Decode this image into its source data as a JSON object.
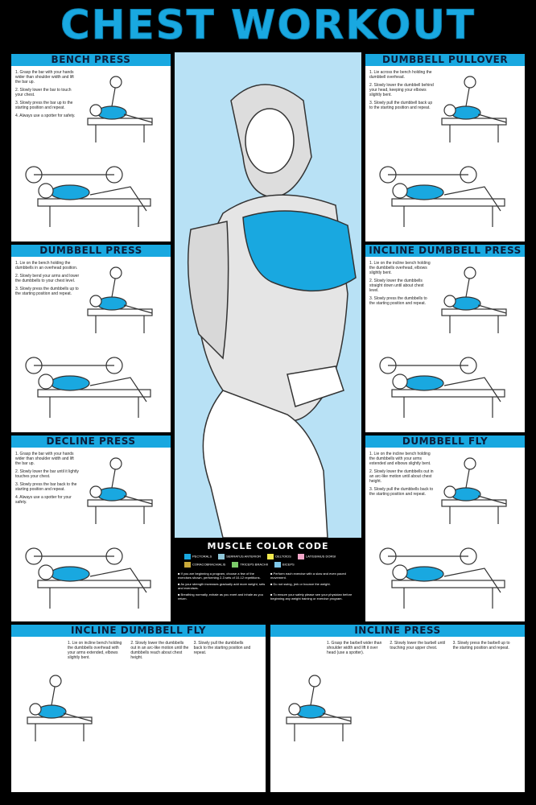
{
  "title": "CHEST WORKOUT",
  "colors": {
    "accent": "#19a8e0",
    "header_text": "#0b1d3a",
    "center_bg": "#b8e1f5",
    "background": "#000000"
  },
  "sections": [
    {
      "name": "BENCH PRESS",
      "steps": [
        "1. Grasp the bar with your hands wider than shoulder width and lift the bar up.",
        "2. Slowly lower the bar to touch your chest.",
        "3. Slowly press the bar up to the starting position and repeat.",
        "4. Always use a spotter for safety."
      ]
    },
    {
      "name": "DUMBBELL PRESS",
      "steps": [
        "1. Lie on the bench holding the dumbbells in an overhead position.",
        "2. Slowly bend your arms and lower the dumbbells to your chest level.",
        "3. Slowly press the dumbbells up to the starting position and repeat."
      ]
    },
    {
      "name": "DECLINE PRESS",
      "steps": [
        "1. Grasp the bar with your hands wider than shoulder width and lift the bar up.",
        "2. Slowly lower the bar until it lightly touches your chest.",
        "3. Slowly press the bar back to the starting position and repeat.",
        "4. Always use a spotter for your safety."
      ]
    },
    {
      "name": "DUMBBELL PULLOVER",
      "steps": [
        "1. Lie across the bench holding the dumbbell overhead.",
        "2. Slowly lower the dumbbell behind your head, keeping your elbows slightly bent.",
        "3. Slowly pull the dumbbell back up to the starting position and repeat."
      ]
    },
    {
      "name": "INCLINE DUMBBELL PRESS",
      "steps": [
        "1. Lie on the incline bench holding the dumbbells overhead, elbows slightly bent.",
        "2. Slowly lower the dumbbells straight down until about chest level.",
        "3. Slowly press the dumbbells to the starting position and repeat."
      ]
    },
    {
      "name": "DUMBBELL FLY",
      "steps": [
        "1. Lie on the incline bench holding the dumbbells with your arms extended and elbows slightly bent.",
        "2. Slowly lower the dumbbells out in an arc-like motion until about chest height.",
        "3. Slowly pull the dumbbells back to the starting position and repeat."
      ]
    },
    {
      "name": "INCLINE DUMBBELL FLY",
      "steps": [
        "1. Lie on incline bench holding the dumbbells overhead with your arms extended, elbows slightly bent.",
        "2. Slowly lower the dumbbells out in an arc-like motion until the dumbbells reach about chest height.",
        "3. Slowly pull the dumbbells back to the starting position and repeat."
      ]
    },
    {
      "name": "INCLINE PRESS",
      "steps": [
        "1. Grasp the barbell wider than shoulder width and lift it over head (use a spotter).",
        "2. Slowly lower the barbell until touching your upper chest.",
        "3. Slowly press the barbell up to the starting position and repeat."
      ]
    }
  ],
  "color_code": {
    "title": "MUSCLE COLOR CODE",
    "items": [
      {
        "label": "PECTORALS",
        "color": "#19a8e0"
      },
      {
        "label": "SERRATUS ANTERIOR",
        "color": "#8fc6d8"
      },
      {
        "label": "DELTOIDS",
        "color": "#f2e94e"
      },
      {
        "label": "LATISSIMUS DORSI",
        "color": "#f2a6c8"
      },
      {
        "label": "CORACOBRACHIALIS",
        "color": "#c9a93a"
      },
      {
        "label": "TRICEPS BRACHII",
        "color": "#7ccc6a"
      },
      {
        "label": "BICEPS",
        "color": "#7fc9ea"
      }
    ],
    "tips": [
      "If you are beginning a program, choose a few of the exercises shown, performing 2-3 sets of 10-12 repetitions.",
      "Perform each exercise with a slow and even paced movement.",
      "As your strength increases gradually add more weight, sets and exercises.",
      "Do not swing, jerk or bounce the weight.",
      "Breathing normally, exhale as you exert and inhale as you return.",
      "To ensure your safety please see your physician before beginning any weight training or exercise program."
    ]
  }
}
